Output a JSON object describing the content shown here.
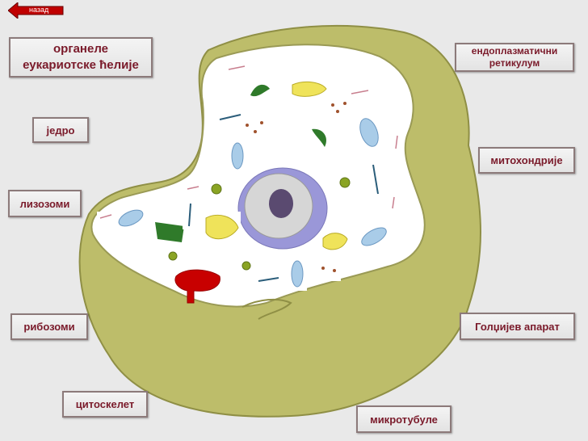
{
  "back_button": {
    "label": "назад"
  },
  "labels": {
    "title_line1": "органеле",
    "title_line2": "еукариотске ћелије",
    "nucleus": "једро",
    "lysosomes": "лизозоми",
    "ribosomes": "рибозоми",
    "cytoskeleton": "цитоскелет",
    "microtubules": "микротубуле",
    "er_line1": "ендоплазматични",
    "er_line2": "ретикулум",
    "mitochondria": "митохондрије",
    "golgi": "Голџијев апарат"
  },
  "colors": {
    "background": "#e9e9e9",
    "cell_wall": "#bdbd6a",
    "label_text": "#7a1a2a",
    "back_arrow": "#c00000"
  }
}
